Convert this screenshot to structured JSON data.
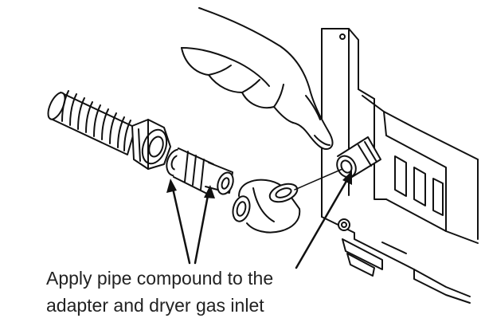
{
  "caption": {
    "line1": "Apply pipe compound to the",
    "line2": "adapter and dryer gas inlet"
  },
  "colors": {
    "ink": "#111111",
    "paper": "#ffffff",
    "shade": "#d8d8d8"
  },
  "parts": [
    "flexible-gas-line",
    "flare-nut",
    "pipe-adapter",
    "elbow-fitting",
    "dryer-gas-inlet",
    "hand",
    "dryer-cabinet"
  ]
}
